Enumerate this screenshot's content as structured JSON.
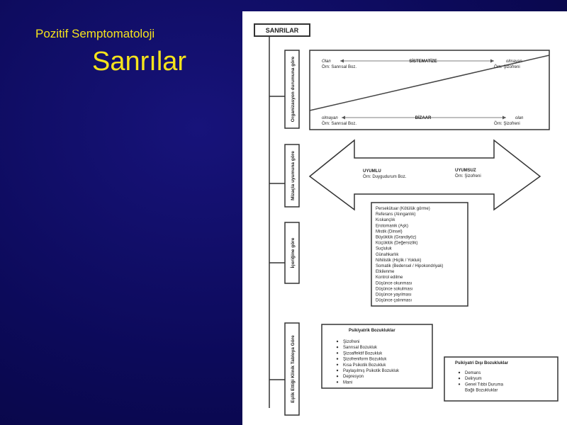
{
  "slide": {
    "subtitle": "Pozitif Semptomatoloji",
    "title": "Sanrılar"
  },
  "diagram": {
    "root_label": "SANRILAR",
    "section_labels": {
      "organization": "Organizasyon durumuna göre",
      "mood": "Mizaçla uyumuna göre",
      "content": "İçeriğine göre",
      "clinical": "Eşlik Ettiği Klinik Tabloya Göre"
    },
    "organization": {
      "top_left_main": "Olan",
      "top_left_example": "Örn: Sanrısal Boz.",
      "top_center": "SİSTEMATİZE",
      "top_right_main": "olmayan",
      "top_right_example": "Örn: Şizofreni",
      "bottom_left_main": "olmayan",
      "bottom_left_example": "Örn: Sanrısal Boz.",
      "bottom_center": "BİZAAR",
      "bottom_right_main": "olan",
      "bottom_right_example": "Örn: Şizofreni"
    },
    "mood": {
      "left_main": "UYUMLU",
      "left_example": "Örn: Duygudurum Boz.",
      "right_main": "UYUMSUZ",
      "right_example": "Örn: Şizofreni"
    },
    "content_items": [
      "Persekütuar (Kötülük görme)",
      "Referans (Alınganlık)",
      "Kıskançlık",
      "Erotomanik (Aşk)",
      "Mistik (Dinsel)",
      "Büyüklük (Grandiyöz)",
      "Küçüklük (Değersizlik)",
      "Suçluluk",
      "Günahkarlık",
      "Nihilistik (Hiçlik / Yokluk)",
      "Somatik (Bedensel / Hipokondriyak)",
      "Etkilenme",
      "Kontrol edilme",
      "Düşünce okunması",
      "Düşünce sokulması",
      "Düşünce yayılması",
      "Düşünce çalınması"
    ],
    "psychiatric": {
      "heading": "Psikiyatrik Bozukluklar",
      "items": [
        "Şizofreni",
        "Sanrısal Bozukluk",
        "Şizoaffektif Bozukluk",
        "Şizofreniform Bozukluk",
        "Kısa Psikotik Bozukluk",
        "Paylaşılmış Psikotik Bozukluk",
        "Depresyon",
        "Mani"
      ]
    },
    "non_psychiatric": {
      "heading": "Psikiyatri Dışı Bozukluklar",
      "items": [
        "Demans",
        "Deliryum",
        "Genel Tıbbi Duruma",
        "Bağlı Bozukluklar"
      ]
    }
  }
}
